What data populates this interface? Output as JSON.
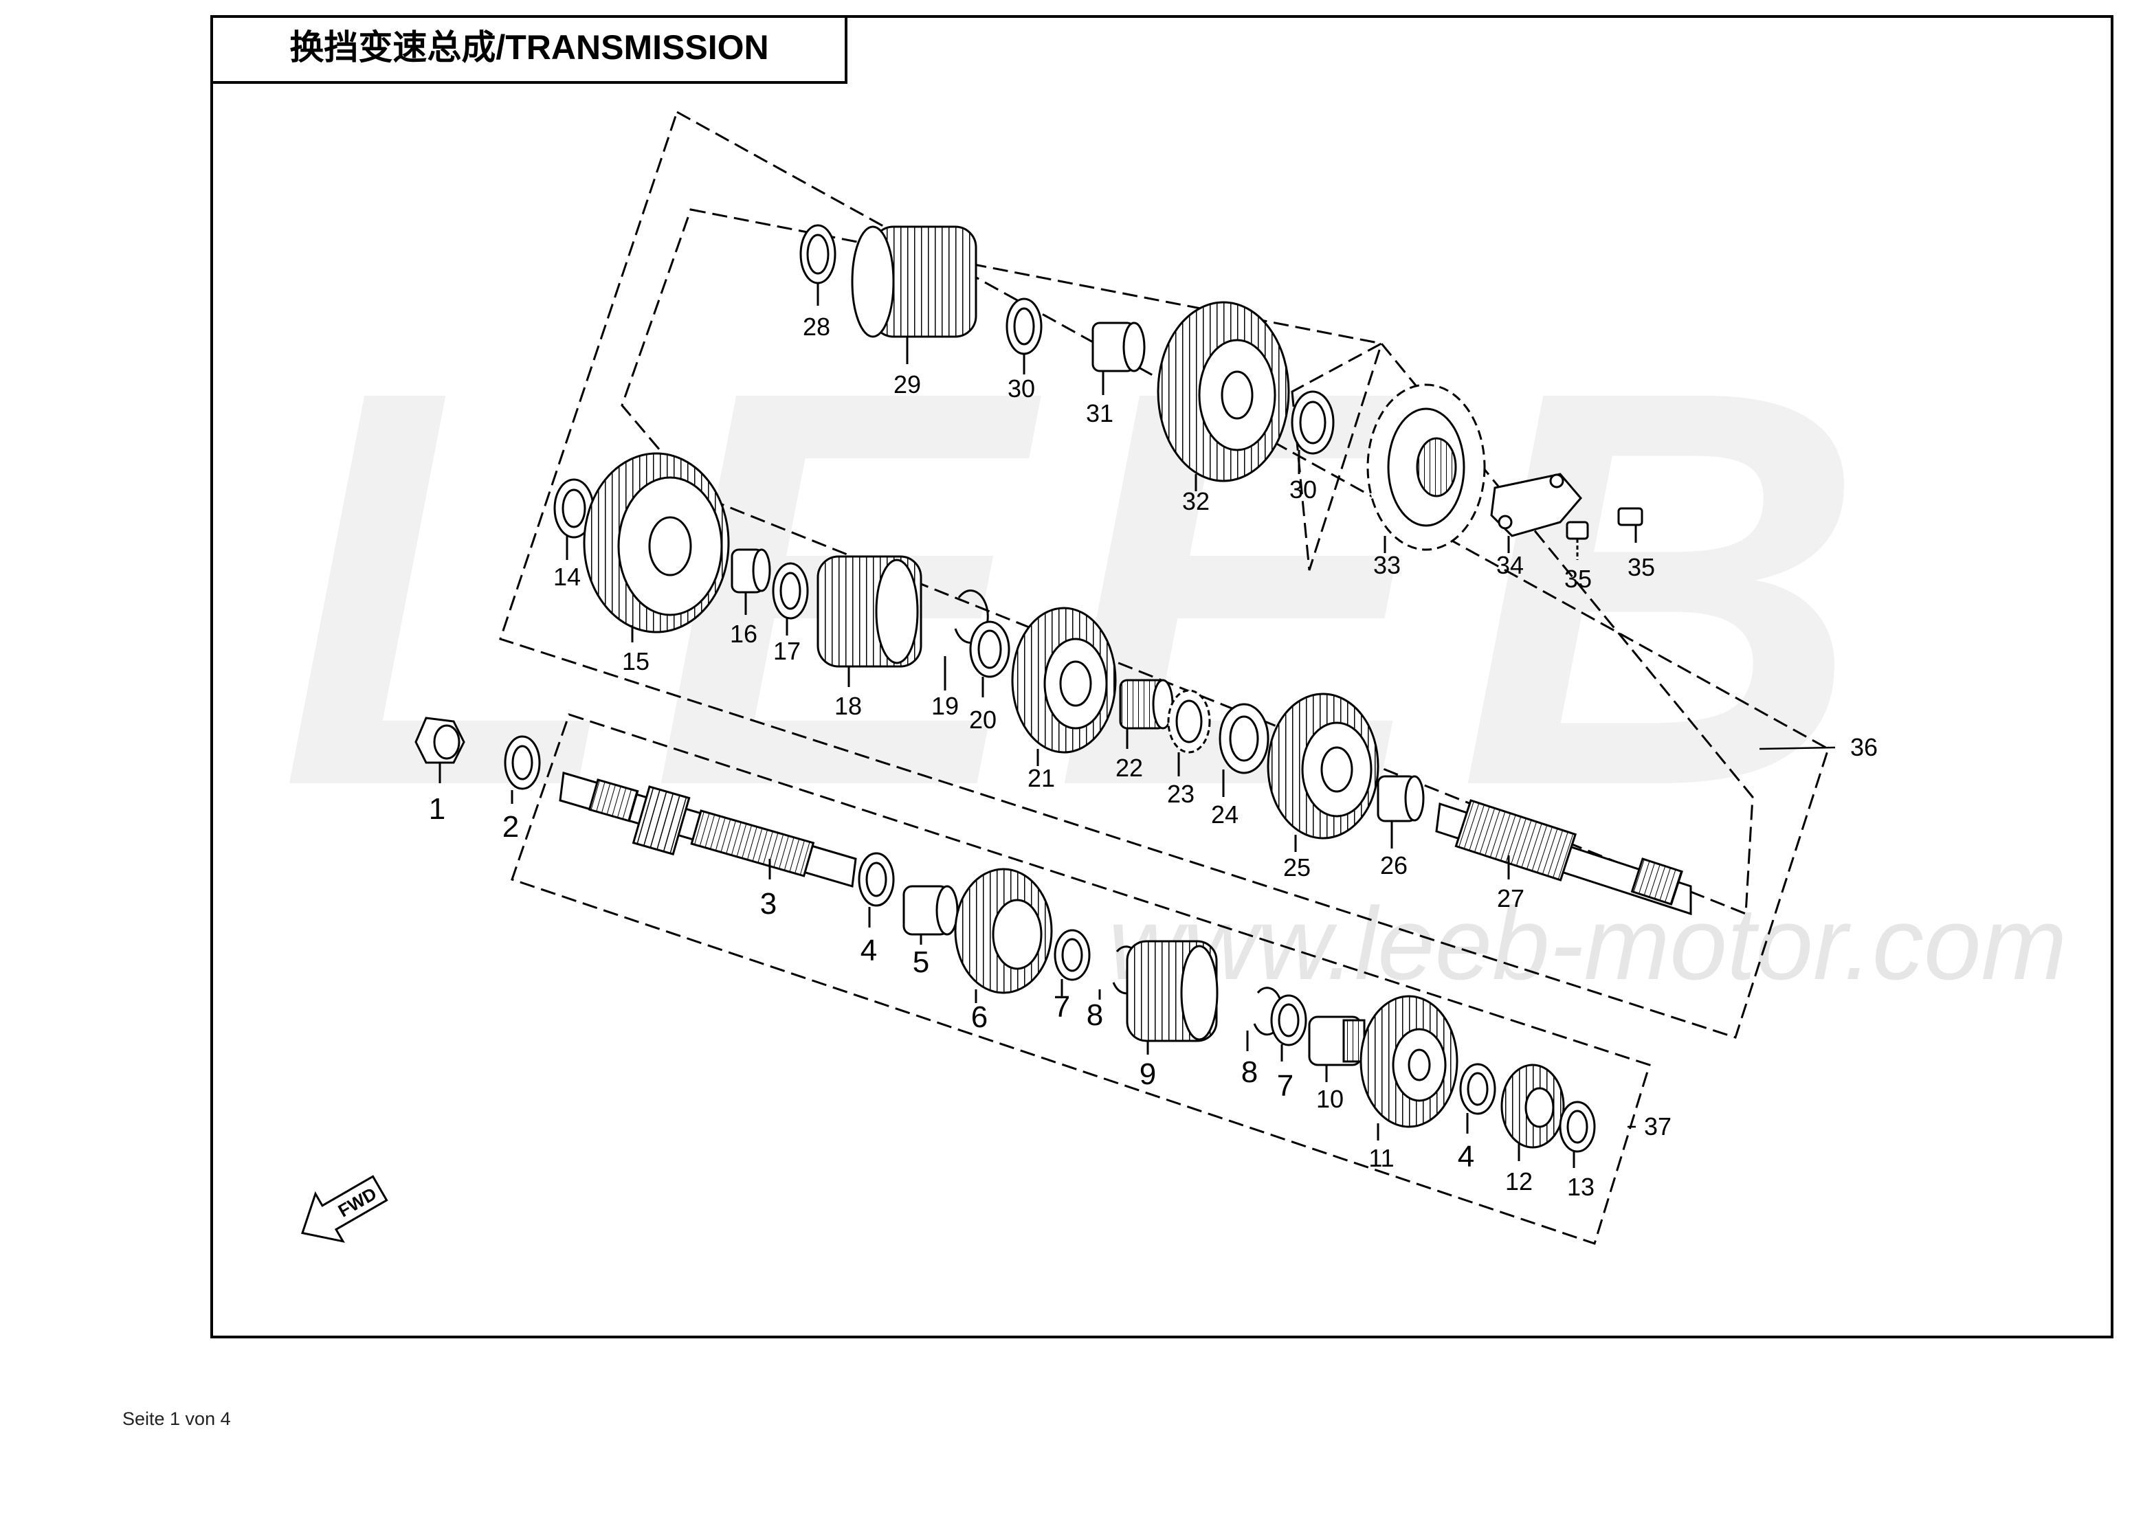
{
  "title": "换挡变速总成/TRANSMISSION",
  "watermark": {
    "brand": "LEEB",
    "website": "www.leeb-motor.com"
  },
  "fwd_label": "FWD",
  "footer": "Seite 1 von 4",
  "callouts": [
    "1",
    "2",
    "3",
    "4",
    "5",
    "6",
    "7",
    "8",
    "9",
    "8",
    "7",
    "10",
    "11",
    "4",
    "12",
    "13",
    "14",
    "15",
    "16",
    "17",
    "18",
    "19",
    "20",
    "21",
    "22",
    "23",
    "24",
    "25",
    "26",
    "27",
    "28",
    "29",
    "30",
    "31",
    "32",
    "30",
    "33",
    "34",
    "35",
    "35",
    "36",
    "37"
  ],
  "colors": {
    "ink": "#000000",
    "watermark": "#f1f1f1",
    "watermark_text": "#e6e6e6",
    "part_fill": "#ffffff"
  }
}
